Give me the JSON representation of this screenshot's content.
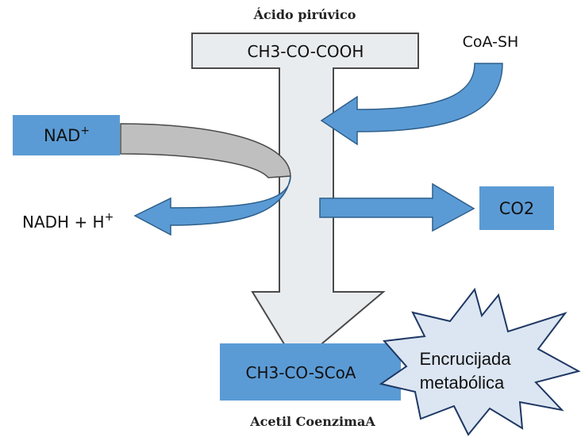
{
  "top_label": "Ácido pirúvico",
  "bottom_label": "Acetil CoenzimaA",
  "pyruvate_formula": "CH3-CO-COOH",
  "acetyl_formula": "CH3-CO-SCoA",
  "coa_input": "CoA-SH",
  "nad_input": {
    "text": "NAD",
    "sup": "+"
  },
  "nadh_output": {
    "text": "NADH + H",
    "sup": "+"
  },
  "co2_output": "CO2",
  "callout": {
    "line1": "Encrucijada",
    "line2": "metabólica"
  },
  "colors": {
    "blue": "#5b9bd5",
    "blue_stroke": "#2e5f8a",
    "gray_fill": "#e9ecef",
    "gray_curve": "#bfbfbf",
    "callout_fill": "#dce6f2",
    "callout_stroke": "#1f3864"
  }
}
